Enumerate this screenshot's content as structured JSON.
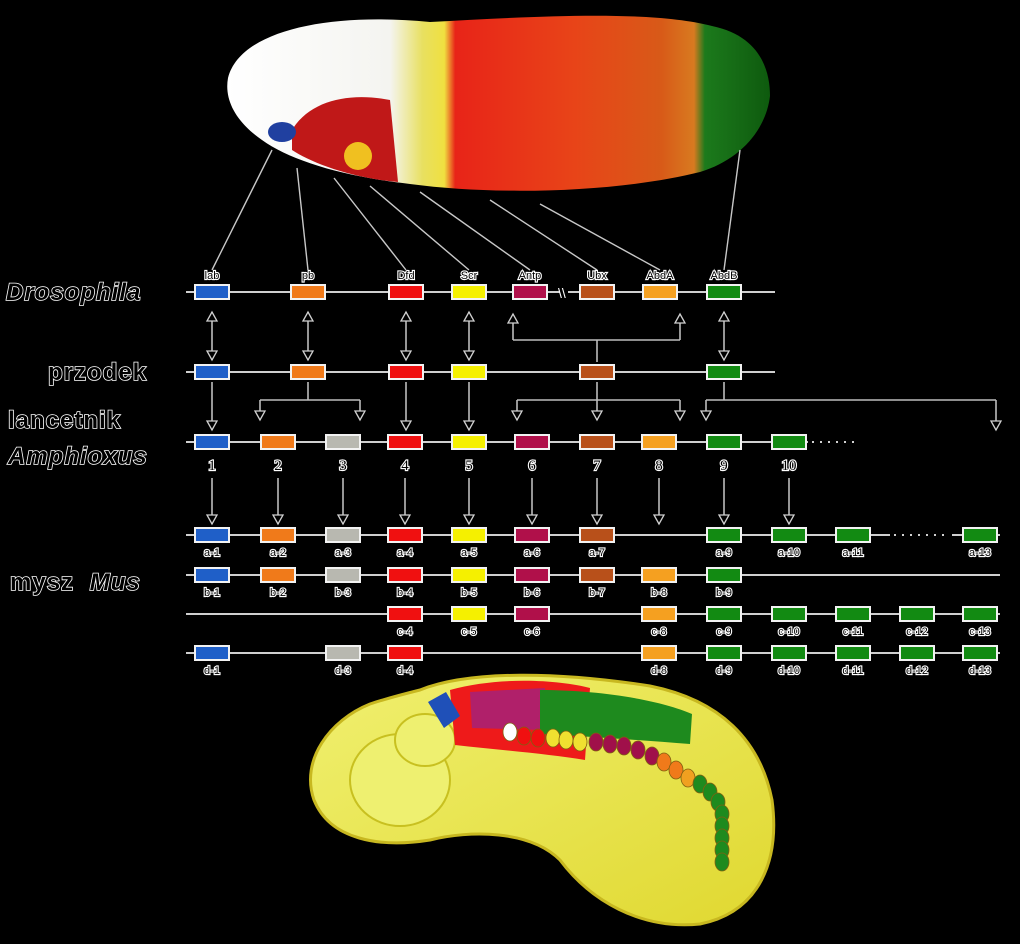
{
  "colors": {
    "lab": "#1f5fc8",
    "pb": "#f07a1a",
    "grey": "#b8b8b0",
    "dfd": "#f01010",
    "scr": "#f5f000",
    "antp": "#b0104a",
    "ubx": "#b8501a",
    "abda": "#f5a020",
    "abdb": "#128a12"
  },
  "labels": {
    "drosophila": "Drosophila",
    "przodek": "przodek",
    "lancetnik": "lancetnik",
    "amphioxus": "Amphioxus",
    "mysz": "mysz",
    "mus": "Mus"
  },
  "drosophila_genes": [
    "lab",
    "pb",
    "Dfd",
    "Scr",
    "Antp",
    "Ubx",
    "AbdA",
    "AbdB"
  ],
  "amphioxus_numbers": [
    "1",
    "2",
    "3",
    "4",
    "5",
    "6",
    "7",
    "8",
    "9",
    "10"
  ],
  "mouse_a": [
    "a-1",
    "a-2",
    "a-3",
    "a-4",
    "a-5",
    "a-6",
    "a-7",
    "a-9",
    "a-10",
    "a-11",
    "a-13"
  ],
  "mouse_b": [
    "b-1",
    "b-2",
    "b-3",
    "b-4",
    "b-5",
    "b-6",
    "b-7",
    "b-8",
    "b-9"
  ],
  "mouse_c": [
    "c-4",
    "c-5",
    "c-6",
    "c-8",
    "c-9",
    "c-10",
    "c-11",
    "c-12",
    "c-13"
  ],
  "mouse_d": [
    "d-1",
    "d-3",
    "d-4",
    "d-8",
    "d-9",
    "d-10",
    "d-11",
    "d-12",
    "d-13"
  ]
}
